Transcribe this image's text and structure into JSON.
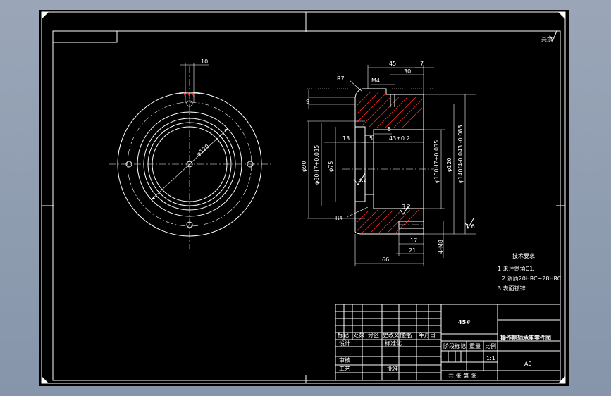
{
  "front_view": {
    "dims": {
      "slot_width": "10",
      "diameter": "φ120"
    }
  },
  "section_view": {
    "dims": {
      "top_overall": "45",
      "top_chamfer": "7",
      "top_30": "30",
      "m4": "M4",
      "r7": "R7",
      "left_9": "9",
      "d13": "13",
      "d5a": "5",
      "d5b": "5",
      "d43": "43±0.2",
      "phi90": "φ90",
      "phi80": "φ80H7+0.035",
      "phi75": "φ75",
      "phi100": "φ100H7+0.035",
      "phi120": "φ120",
      "phi140": "φ140f4-0.043 -0.083",
      "r4": "R4",
      "b17": "17",
      "b21": "21",
      "m8": "4-M8",
      "b66": "66",
      "rough1": "3.2",
      "rough2": "3.2",
      "rough3": "1.6"
    },
    "corner_symbol": "其余"
  },
  "tech_requirements": {
    "title": "技术要求",
    "items": [
      "1.未注倒角C1,",
      "2.调质20HRC~28HRC,",
      "3.表面镀锌."
    ]
  },
  "title_block": {
    "material": "45#",
    "drawing_name": "操作侧轴承座零件图",
    "sheet": "A0",
    "scale": "1:1",
    "labels": {
      "mark": "标记",
      "count": "处数",
      "zone": "分区",
      "change_doc": "更改文件号",
      "signature": "签名",
      "date": "年月日",
      "design": "设计",
      "standard": "标准化",
      "stage": "阶段标记",
      "weight": "重量",
      "ratio": "比例",
      "review": "审核",
      "process": "工艺",
      "approve": "批准",
      "sheets": "共 张 第 张"
    }
  }
}
